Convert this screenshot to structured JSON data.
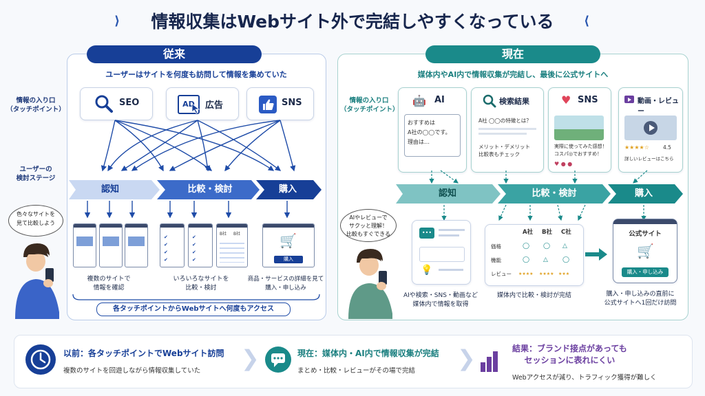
{
  "title": "情報収集はWebサイト外で完結しやすくなっている",
  "left": {
    "pill": "従来",
    "subtitle": "ユーザーはサイトを何度も訪問して情報を集めていた",
    "touchpoints": [
      "SEO",
      "広告",
      "SNS"
    ],
    "ad_icon_text": "AD",
    "stages": [
      "認知",
      "比較・検討",
      "購入"
    ],
    "captions": [
      "複数のサイトで\n情報を確認",
      "いろいろなサイトを\n比較・検討",
      "商品・サービスの詳細を見て\n購入・申し込み"
    ],
    "buy_button": "購入",
    "footer": "各タッチポイントからWebサイトへ何度もアクセス",
    "table_headers": [
      "B社",
      "B社"
    ]
  },
  "side_labels": {
    "entry": "情報の入り口\n（タッチポイント）",
    "stage": "ユーザーの\n検討ステージ",
    "bubble_left": "色々なサイトを\n見て比較しよう"
  },
  "right": {
    "pill": "現在",
    "subtitle": "媒体内やAI内で情報収集が完結し、最後に公式サイトへ",
    "entry_label": "情報の入り口\n（タッチポイント）",
    "touchpoints": [
      "AI",
      "検索結果",
      "SNS",
      "動画・レビュー"
    ],
    "ai_text": "おすすめは\nA社の◯◯です。\n理由は…",
    "search_text_1": "A社 ◯◯の特徴とは？",
    "search_text_2": "メリット・デメリット\n比較表もチェック",
    "sns_text": "実際に使ってみた感想！\nコスパ◎でおすすめ！",
    "review_rating": "4.5",
    "review_text": "詳しいレビューはこちら",
    "stages": [
      "認知",
      "比較・検討",
      "購入"
    ],
    "bubble": "AIやレビューで\nサクッと理解！\n比較もすぐできる",
    "compare_cols": [
      "A社",
      "B社",
      "C社"
    ],
    "compare_rows": [
      {
        "label": "価格",
        "vals": [
          "◯",
          "◯",
          "△"
        ]
      },
      {
        "label": "機能",
        "vals": [
          "◯",
          "△",
          "◯"
        ]
      },
      {
        "label": "レビュー",
        "vals": [
          "★★★★",
          "★★★★",
          "★★★"
        ]
      }
    ],
    "official_title": "公式サイト",
    "official_button": "購入・申し込み",
    "captions": [
      "AIや検索・SNS・動画など\n媒体内で情報を取得",
      "媒体内で比較・検討が完結",
      "購入・申し込みの直前に\n公式サイトへ1回だけ訪問"
    ]
  },
  "bottom": [
    {
      "title": "以前：各タッチポイントでWebサイト訪問",
      "sub": "複数のサイトを回遊しながら情報収集していた"
    },
    {
      "title": "現在：媒体内・AI内で情報収集が完結",
      "sub": "まとめ・比較・レビューがその場で完結"
    },
    {
      "title": "結果：ブランド接点があっても\nセッションに表れにくい",
      "sub": "Webアクセスが減り、トラフィック獲得が難しく"
    }
  ],
  "colors": {
    "navy": "#173f97",
    "teal": "#1a8a8a",
    "purple": "#6b3fa0"
  }
}
